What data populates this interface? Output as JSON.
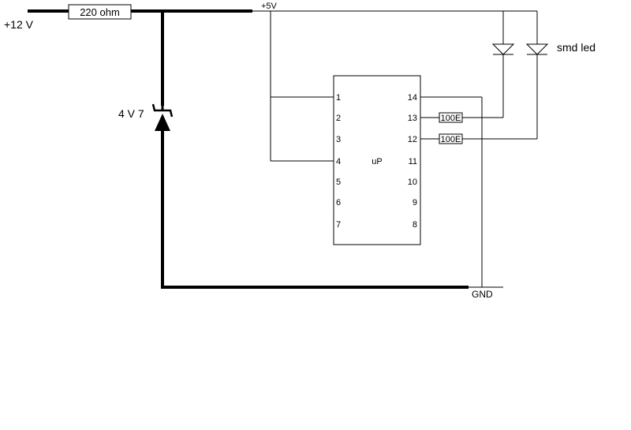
{
  "labels": {
    "supply": "+12 V",
    "resistor": "220 ohm",
    "rail_5v": "+5V",
    "zener": "4 V 7",
    "led": "smd led",
    "ic": "uP",
    "ground": "GND",
    "r13": "100E",
    "r12": "100E"
  },
  "ic_pins": {
    "left": [
      "1",
      "2",
      "3",
      "4",
      "5",
      "6",
      "7"
    ],
    "right": [
      "14",
      "13",
      "12",
      "11",
      "10",
      "9",
      "8"
    ]
  }
}
